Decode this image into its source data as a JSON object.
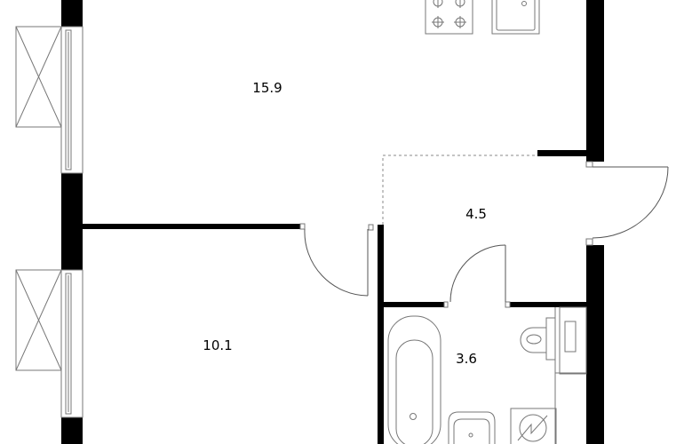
{
  "rooms": [
    {
      "id": "kitchen-living",
      "area": "15.9"
    },
    {
      "id": "hallway",
      "area": "4.5"
    },
    {
      "id": "bedroom",
      "area": "10.1"
    },
    {
      "id": "bathroom",
      "area": "3.6"
    }
  ],
  "colors": {
    "wall": "#000000",
    "fixture_line": "#777777",
    "background": "#ffffff"
  }
}
